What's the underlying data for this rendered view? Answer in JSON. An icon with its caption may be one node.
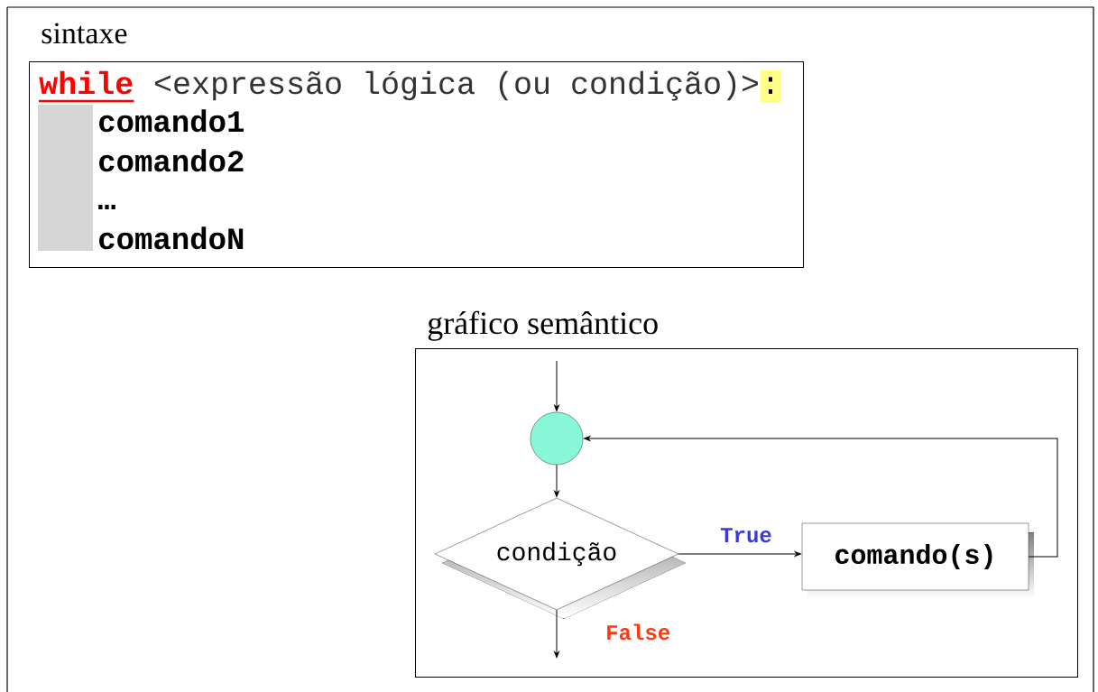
{
  "diagram": {
    "nodes": [
      {
        "text": [
          "sintaxe",
          "while",
          "<expressão lógica (ou condição)>",
          ":",
          "comando1",
          "comando2",
          "…",
          "comandoN"
        ]
      },
      {
        "text": [
          "gráfico semântico"
        ]
      },
      {
        "text": [],
        "shape": "circle",
        "in": 1
      },
      {
        "text": [
          "condição"
        ],
        "in": 1
      },
      {
        "text": [
          "comando(s)"
        ],
        "in": 1
      }
    ],
    "edges": [
      {
        "from": null,
        "to": 2,
        "arrow": "to"
      },
      {
        "from": 2,
        "to": 3,
        "arrow": "to"
      },
      {
        "from": 3,
        "to": 4,
        "arrow": "to",
        "label": "True"
      },
      {
        "from": 4,
        "to": 2,
        "arrow": "to"
      },
      {
        "from": 3,
        "to": null,
        "arrow": "to",
        "label": "False"
      }
    ]
  }
}
